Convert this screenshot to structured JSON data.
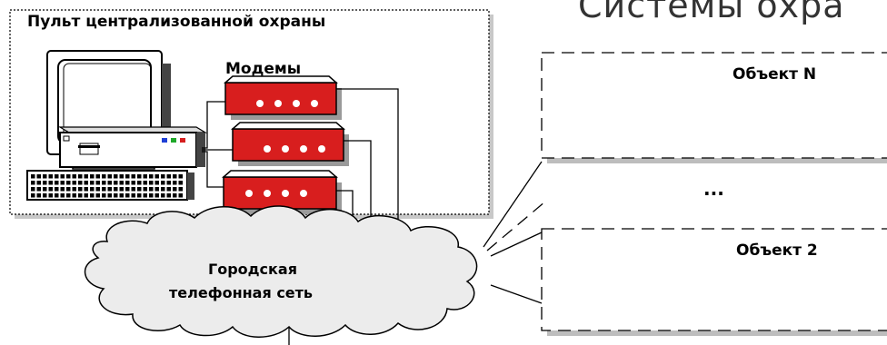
{
  "slide": {
    "title_fragment": "Системы охра"
  },
  "station": {
    "label": "Пульт централизованной охраны",
    "modems_label": "Модемы"
  },
  "network": {
    "line1": "Городская",
    "line2": "телефонная сеть"
  },
  "objects": {
    "n_label": "Объект N",
    "ellipsis": "...",
    "two_label": "Объект 2"
  },
  "colors": {
    "modem_red": "#d81e1e",
    "shadow": "#9a9a9a",
    "frame": "#000000"
  }
}
